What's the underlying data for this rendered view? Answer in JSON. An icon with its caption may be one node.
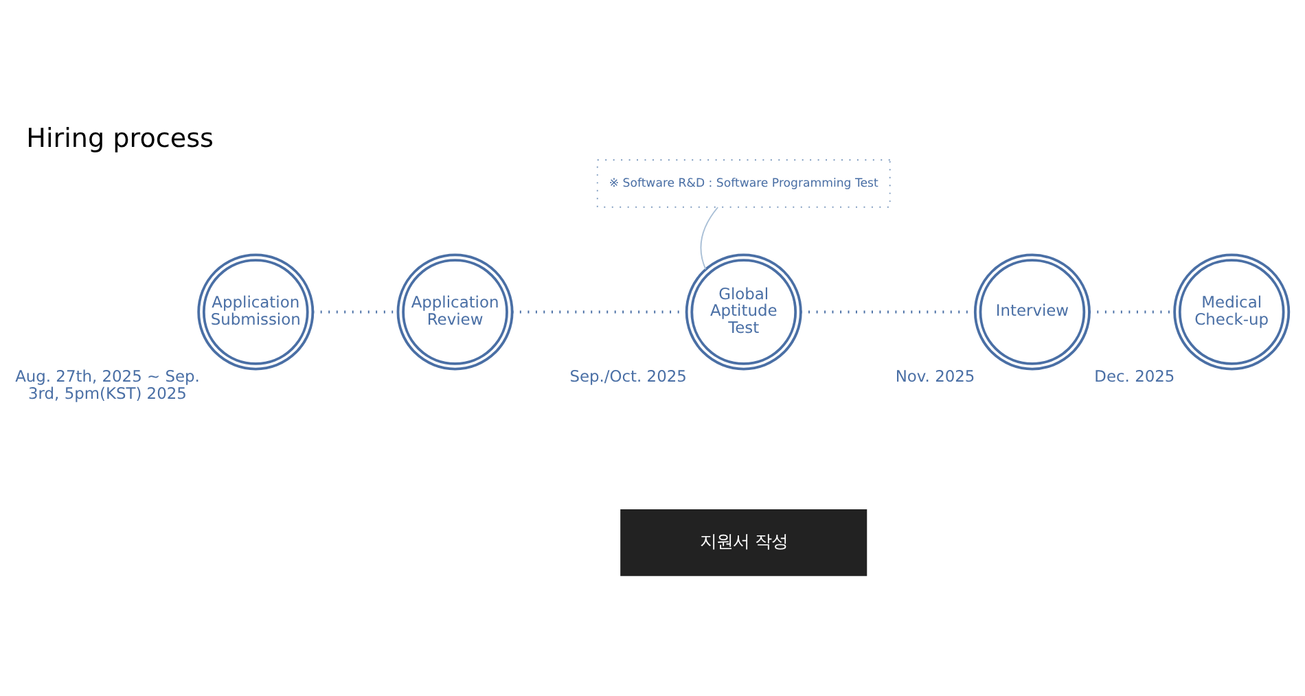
{
  "diagram": {
    "title": "Hiring process",
    "nodes": [
      {
        "text": [
          "※ Software R&D : Software Programming Test"
        ]
      },
      {
        "text": [
          "Application Submission"
        ],
        "beside": [
          "Aug. 27th, 2025 ~ Sep. 3rd, 5pm(KST) 2025"
        ]
      },
      {
        "text": [
          "Application Review"
        ]
      },
      {
        "text": [
          "Global Aptitude Test"
        ],
        "beside": [
          "Sep./Oct. 2025"
        ]
      },
      {
        "text": [
          "Interview"
        ],
        "beside": [
          "Nov. 2025"
        ]
      },
      {
        "text": [
          "Medical Check-up"
        ],
        "beside": [
          "Dec. 2025"
        ]
      },
      {
        "text": [
          "지원서 작성"
        ]
      }
    ],
    "edges": [
      {
        "from": 1,
        "to": 2,
        "arrow": "none",
        "style": "dashed"
      },
      {
        "from": 2,
        "to": 3,
        "arrow": "none",
        "style": "dashed"
      },
      {
        "from": 3,
        "to": 4,
        "arrow": "none",
        "style": "dashed"
      },
      {
        "from": 4,
        "to": 5,
        "arrow": "none",
        "style": "dashed"
      },
      {
        "from": 0,
        "to": 3,
        "arrow": "none",
        "color": "#a9bfd6"
      }
    ]
  }
}
